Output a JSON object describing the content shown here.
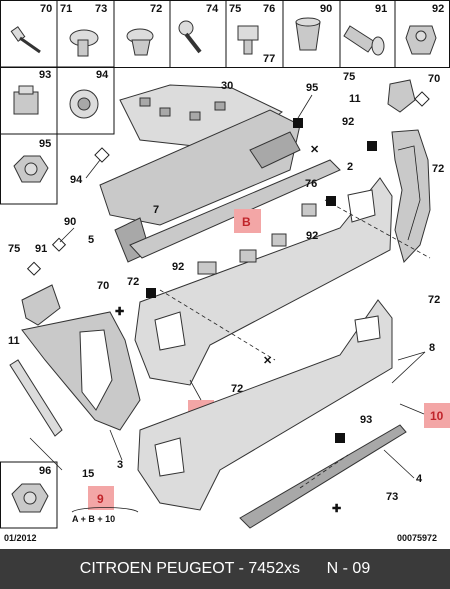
{
  "part_numbers": {
    "p70": "70",
    "p71": "71",
    "p73": "73",
    "p72": "72",
    "p74": "74",
    "p75": "75",
    "p76": "76",
    "p77": "77",
    "p90": "90",
    "p91": "91",
    "p92": "92",
    "p93": "93",
    "p94": "94",
    "p95": "95",
    "p96": "96",
    "p30": "30",
    "p11": "11",
    "p2": "2",
    "p5": "5",
    "p7": "7",
    "p3": "3",
    "p15": "15",
    "p4": "4",
    "p8": "8"
  },
  "callouts": {
    "a": "A",
    "b": "B",
    "nine": "9",
    "ten": "10"
  },
  "formula": "A + B + 10",
  "date_code": "01/2012",
  "ref_code": "00075972",
  "footer": {
    "catalog": "CITROEN PEUGEOT - 7452xs",
    "page": "N - 09"
  },
  "colors": {
    "callout_fill": "#f3a6a6",
    "callout_text": "#c0242a",
    "footer_bg": "#3a3a3a"
  }
}
